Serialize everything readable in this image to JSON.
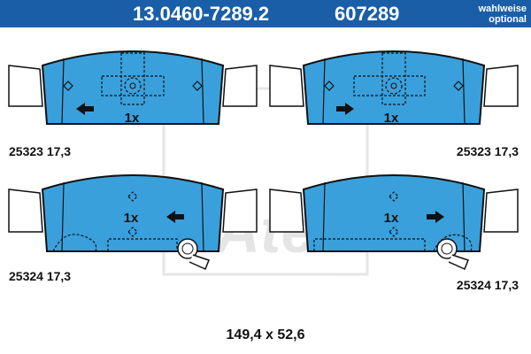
{
  "header": {
    "part_number": "13.0460-7289.2",
    "ref_number": "607289",
    "note_line1": "wahlweise",
    "note_line2": "optional"
  },
  "pads": [
    {
      "quantity": "1x",
      "label": "25323 17,3",
      "arrow": "left"
    },
    {
      "quantity": "1x",
      "label": "25323 17,3",
      "arrow": "right"
    },
    {
      "quantity": "1x",
      "label": "25324 17,3",
      "arrow": "left"
    },
    {
      "quantity": "1x",
      "label": "25324 17,3",
      "arrow": "right"
    }
  ],
  "dimensions": "149,4 x 52,6",
  "colors": {
    "header": "#1a5ea8",
    "pad_fill": "#3aa0dc",
    "outline": "#111111"
  }
}
